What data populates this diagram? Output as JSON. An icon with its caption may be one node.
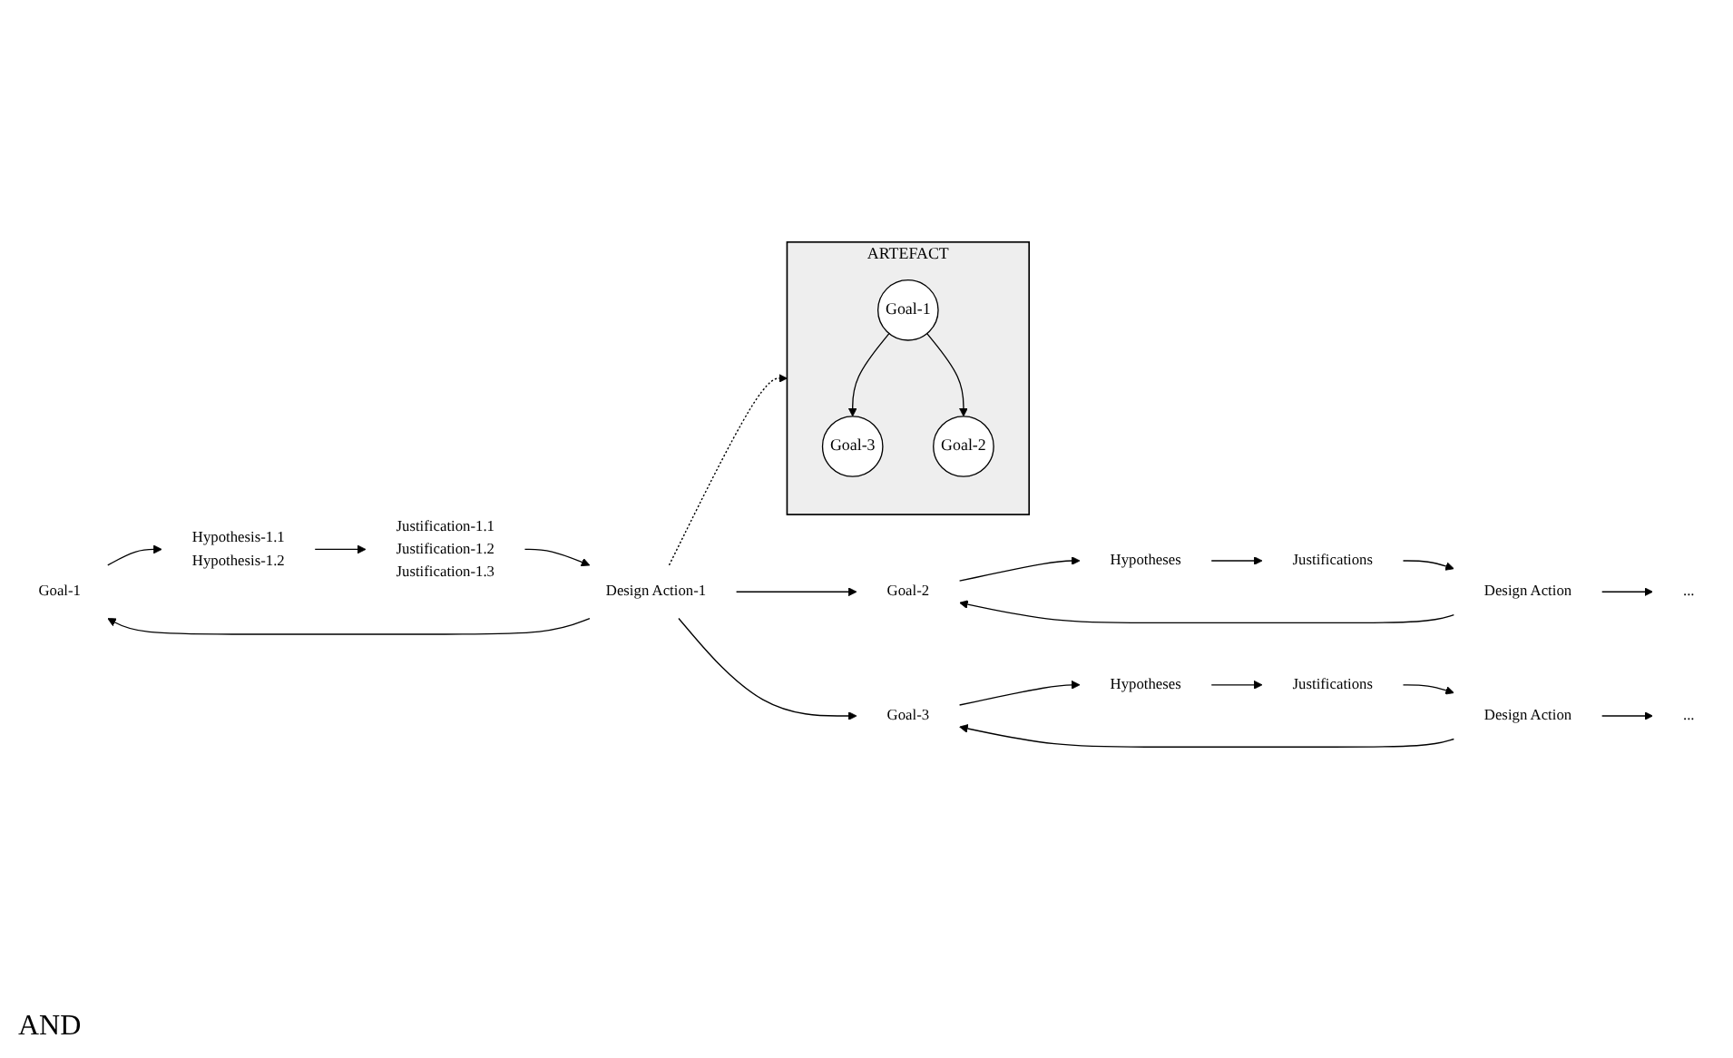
{
  "diagram": {
    "nodes": [
      {
        "text": [
          "Goal-1"
        ]
      },
      {
        "text": [
          "Hypothesis-1.1",
          "Hypothesis-1.2"
        ]
      },
      {
        "text": [
          "Justification-1.1",
          "Justification-1.2",
          "Justification-1.3"
        ]
      },
      {
        "text": [
          "Design Action-1"
        ]
      },
      {
        "text": [
          "Hypotheses"
        ]
      },
      {
        "text": [
          "Goal-2"
        ]
      },
      {
        "text": [
          "Justifications"
        ]
      },
      {
        "text": [
          "Design Action"
        ]
      },
      {
        "text": [
          "..."
        ]
      },
      {
        "text": [
          "Hypotheses"
        ]
      },
      {
        "text": [
          "Goal-3"
        ]
      },
      {
        "text": [
          "Justifications"
        ]
      },
      {
        "text": [
          "Design Action"
        ]
      },
      {
        "text": [
          "..."
        ]
      },
      {
        "text": [
          "ARTEFACT"
        ]
      },
      {
        "text": [
          "Goal-1"
        ],
        "in": 14
      },
      {
        "text": [
          "Goal-3"
        ],
        "in": 14
      },
      {
        "text": [
          "Goal-2"
        ],
        "in": 14
      }
    ],
    "edges": [
      {
        "from": 0,
        "to": 1,
        "arrow": "to"
      },
      {
        "from": 1,
        "to": 2,
        "arrow": "to"
      },
      {
        "from": 2,
        "to": 3,
        "arrow": "to"
      },
      {
        "from": 3,
        "to": 0,
        "arrow": "to"
      },
      {
        "from": 3,
        "to": 5,
        "arrow": "to"
      },
      {
        "from": 3,
        "to": 10,
        "arrow": "to"
      },
      {
        "from": 3,
        "to": 14,
        "arrow": "to",
        "style": "dashed"
      },
      {
        "from": 5,
        "to": 4,
        "arrow": "to"
      },
      {
        "from": 4,
        "to": 6,
        "arrow": "to"
      },
      {
        "from": 6,
        "to": 7,
        "arrow": "to"
      },
      {
        "from": 7,
        "to": 5,
        "arrow": "to"
      },
      {
        "from": 7,
        "to": 8,
        "arrow": "to"
      },
      {
        "from": 10,
        "to": 9,
        "arrow": "to"
      },
      {
        "from": 9,
        "to": 11,
        "arrow": "to"
      },
      {
        "from": 11,
        "to": 12,
        "arrow": "to"
      },
      {
        "from": 12,
        "to": 10,
        "arrow": "to"
      },
      {
        "from": 12,
        "to": 13,
        "arrow": "to"
      },
      {
        "from": 15,
        "to": 16,
        "arrow": "to"
      },
      {
        "from": 15,
        "to": 17,
        "arrow": "to"
      }
    ],
    "labels": [
      "AND"
    ]
  }
}
